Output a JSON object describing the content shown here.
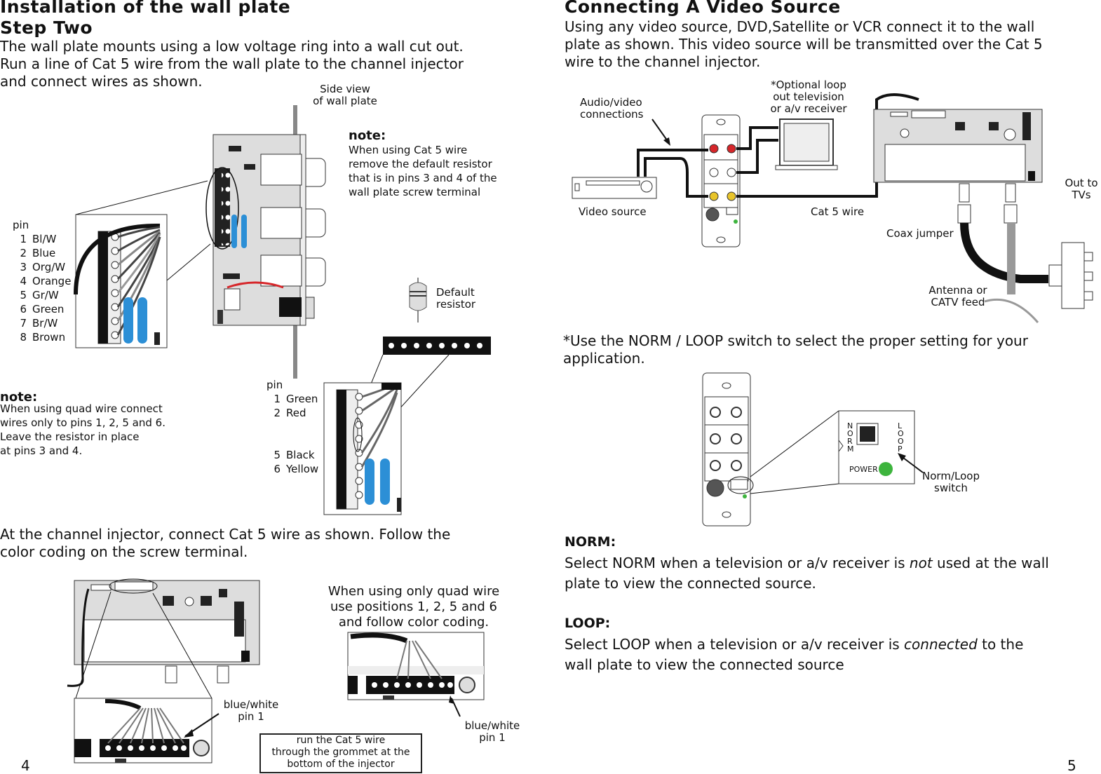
{
  "left": {
    "heading_line1": "Installation of the wall plate",
    "heading_line2": "Step Two",
    "intro": [
      "The wall plate mounts using a low voltage ring into a wall cut out.",
      "Run a line of Cat 5 wire from the wall plate to the channel injector",
      "and connect wires as shown."
    ],
    "side_view_label": [
      "Side view",
      "of wall plate"
    ],
    "note1_title": "note:",
    "note1_text": [
      "When using Cat 5 wire",
      "remove the default resistor",
      "that is in pins 3 and 4 of the",
      "wall plate screw terminal"
    ],
    "pin_header": "pin",
    "pins_cat5": [
      {
        "num": "1",
        "color": "Bl/W"
      },
      {
        "num": "2",
        "color": "Blue"
      },
      {
        "num": "3",
        "color": "Org/W"
      },
      {
        "num": "4",
        "color": "Orange"
      },
      {
        "num": "5",
        "color": "Gr/W"
      },
      {
        "num": "6",
        "color": "Green"
      },
      {
        "num": "7",
        "color": "Br/W"
      },
      {
        "num": "8",
        "color": "Brown"
      }
    ],
    "default_resistor_label": [
      "Default",
      "resistor"
    ],
    "note2_title": "note:",
    "note2_text": [
      "When using quad wire connect",
      "wires only to pins 1, 2, 5 and 6.",
      "Leave the resistor in place",
      "at pins 3 and 4."
    ],
    "pins_quad_header": "pin",
    "pins_quad": [
      {
        "num": "1",
        "color": "Green"
      },
      {
        "num": "2",
        "color": "Red"
      },
      {
        "num": "5",
        "color": "Black"
      },
      {
        "num": "6",
        "color": "Yellow"
      }
    ],
    "injector_text": [
      "At the channel injector, connect Cat 5 wire as shown. Follow the",
      "color coding on the screw terminal."
    ],
    "quad_text": [
      "When using only quad wire",
      "use positions 1, 2, 5 and 6",
      "and follow color coding."
    ],
    "blue_white_label_a": [
      "blue/white",
      "pin 1"
    ],
    "blue_white_label_b": [
      "blue/white",
      "pin 1"
    ],
    "grommet_text": [
      "run the Cat 5 wire",
      "through the grommet at the",
      "bottom of the injector"
    ],
    "page_number": "4"
  },
  "right": {
    "heading": "Connecting A Video Source",
    "intro": [
      "Using any video source, DVD,Satellite or VCR connect it to the wall",
      "plate as shown. This video source will be transmitted over the Cat 5",
      "wire to the channel injector."
    ],
    "audio_video_label": [
      "Audio/video",
      "connections"
    ],
    "optional_label": [
      "*Optional loop",
      "out television",
      "or a/v receiver"
    ],
    "video_source_label": "Video source",
    "cat5_label": "Cat 5 wire",
    "out_tvs_label": [
      "Out to",
      "TVs"
    ],
    "coax_label": "Coax jumper",
    "antenna_label": [
      "Antenna or",
      "CATV feed"
    ],
    "switch_note": [
      "*Use the NORM / LOOP switch to select the proper setting for your",
      "application."
    ],
    "switch_label": [
      "Norm/Loop",
      "switch"
    ],
    "norm_letters": "NORM",
    "loop_letters": "LOOP",
    "power_label": "POWER",
    "norm_title": "NORM:",
    "norm_text": [
      "Select NORM when a television or a/v receiver is ",
      "not",
      " used at the wall",
      "plate to view the connected source."
    ],
    "loop_title": "LOOP:",
    "loop_text": [
      "Select LOOP when a television or a/v receiver is ",
      "connected",
      " to the",
      "wall plate to view the connected source"
    ],
    "page_number": "5"
  },
  "colors": {
    "accent_blue": "#2c8fd6",
    "power_green": "#3db43d",
    "wire_red": "#d6262a",
    "jack_yellow": "#e8c42a"
  }
}
